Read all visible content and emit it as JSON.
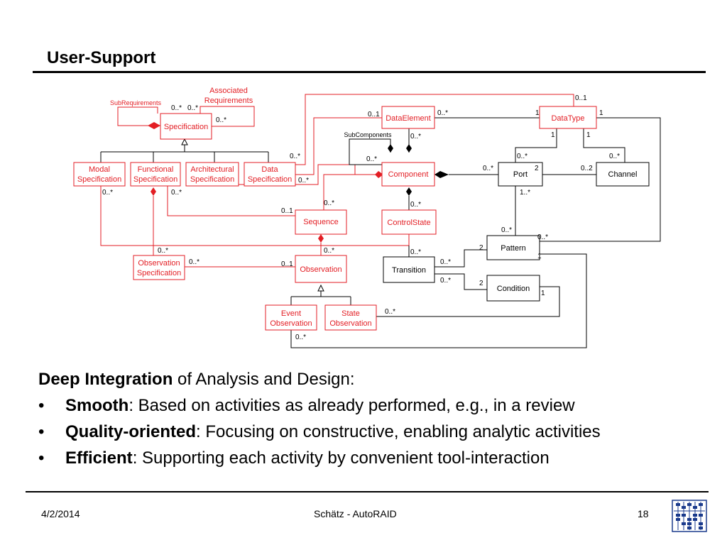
{
  "slide": {
    "title": "User-Support",
    "intro_bold": "Deep Integration",
    "intro_rest": " of Analysis and Design:",
    "bullets": [
      {
        "bold": "Smooth",
        "rest": ": Based on activities as already performed, e.g., in a review"
      },
      {
        "bold": "Quality-oriented",
        "rest": ": Focusing on constructive, enabling analytic activities"
      },
      {
        "bold": "Efficient",
        "rest": ": Supporting each activity by convenient tool-interaction"
      }
    ],
    "bullet_char": "•"
  },
  "footer": {
    "date": "4/2/2014",
    "author": "Schätz - AutoRAID",
    "page": "18"
  },
  "colors": {
    "red": "#e31e24",
    "black": "#000000"
  },
  "diagram": {
    "classes": {
      "specification": "Specification",
      "modal": [
        "Modal",
        "Specification"
      ],
      "functional": [
        "Functional",
        "Specification"
      ],
      "architectural": [
        "Architectural",
        "Specification"
      ],
      "data_spec": [
        "Data",
        "Specification"
      ],
      "data_element": "DataElement",
      "data_type": "DataType",
      "component": "Component",
      "port": "Port",
      "channel": "Channel",
      "sequence": "Sequence",
      "control_state": "ControlState",
      "pattern": "Pattern",
      "observation_spec": [
        "Observation",
        "Specification"
      ],
      "observation": "Observation",
      "transition": "Transition",
      "condition": "Condition",
      "event_obs": [
        "Event",
        "Observation"
      ],
      "state_obs": [
        "State",
        "Observation"
      ]
    },
    "labels": {
      "associated": [
        "Associated",
        "Requirements"
      ],
      "subrequirements": "SubRequirements",
      "subcomponents": "SubComponents"
    },
    "multiplicities": {
      "m_a": "0..*",
      "m_b": "0..*",
      "m_c": "0..*",
      "m_d": "0..1",
      "m_e": "0..1",
      "m_f": "0..*",
      "m_g": "1",
      "m_h": "1",
      "m_i": "0..*",
      "m_j": "1",
      "m_k": "1",
      "m_l": "0..*",
      "m_m": "0..*",
      "m_n": "0..*",
      "m_o": "0..*",
      "m_p": "2",
      "m_q": "0..2",
      "m_r": "0..*",
      "m_s": "0..*",
      "m_t": "1..*",
      "m_u": "0..*",
      "m_v": "0..*",
      "m_w": "0..1",
      "m_x": "0..*",
      "m_y": "0..*",
      "m_z": "0..*",
      "m_aa": "0..*",
      "m_ab": "0..1",
      "m_ac": "0..*",
      "m_ad": "2",
      "m_ae": "1",
      "m_af": "0..*",
      "m_ag": "0..*",
      "m_ah": "2",
      "m_ai": "1",
      "m_aj": "0..*",
      "m_ak": "0..*",
      "m_al": "0..*",
      "m_am": "0..*"
    }
  }
}
